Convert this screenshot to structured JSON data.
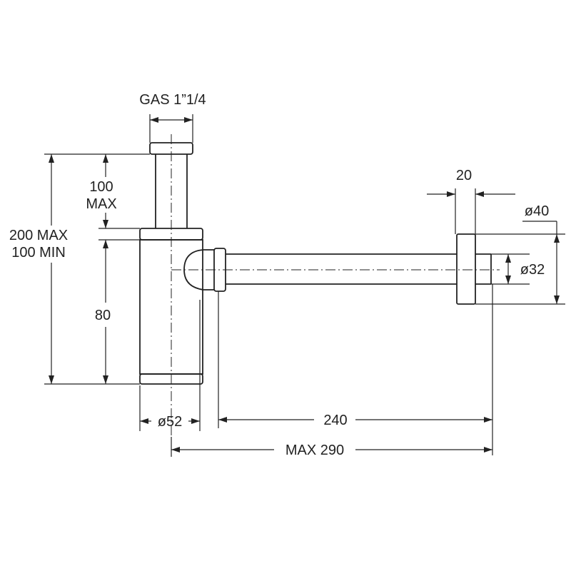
{
  "labels": {
    "thread": "GAS 1”1/4",
    "tube_adjust_line1": "100",
    "tube_adjust_line2": "MAX",
    "total_height_line1": "200 MAX",
    "total_height_line2": "100 MIN",
    "body_height": "80",
    "body_diameter": "ø52",
    "outlet_length": "240",
    "max_length": "MAX 290",
    "flange_width": "20",
    "flange_diameter": "ø40",
    "pipe_diameter": "ø32"
  },
  "colors": {
    "line": "#222222",
    "background": "#ffffff"
  }
}
